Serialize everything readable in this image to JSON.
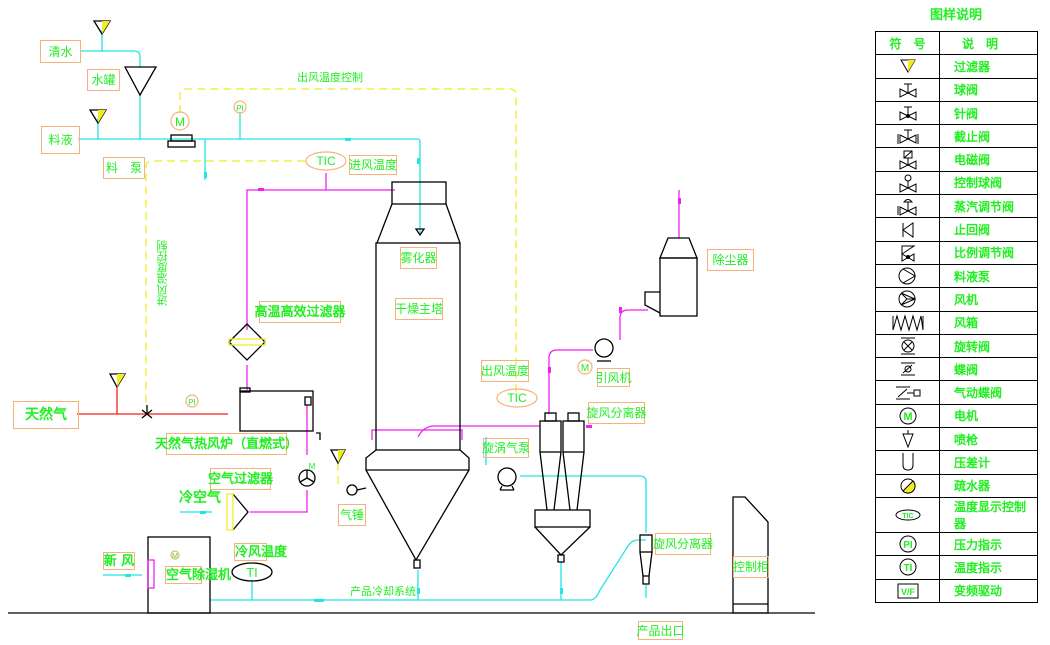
{
  "diagram": {
    "labels": {
      "clear_water": "清水",
      "water_tank": "水罐",
      "feed_liquid": "料液",
      "feed_pump": "料　泵",
      "outlet_temp_control": "出风温度控制",
      "inlet_temp_control": "进风温度控制",
      "inlet_temp": "进风温度",
      "atomizer": "雾化器",
      "main_tower": "干燥主塔",
      "hepa_filter": "高温高效过滤器",
      "natural_gas": "天然气",
      "gas_heater": "天然气热风炉（直燃式）",
      "air_filter": "空气过滤器",
      "cold_air": "冷空气",
      "air_hammer": "气锤",
      "fresh_air": "新 风",
      "dehumidifier": "空气除湿机",
      "cold_air_temp": "冷风温度",
      "product_cooling": "产品冷却系统",
      "outlet_temp": "出风温度",
      "vortex_pump": "旋涡气泵",
      "cyclone_1": "旋风分离器",
      "cyclone_2": "旋风分离器",
      "induced_fan": "引风机",
      "dust_collector": "除尘器",
      "control_cabinet": "控制柜",
      "product_outlet": "产品出口"
    },
    "instruments": {
      "tic_inlet": "TIC",
      "tic_outlet": "TIC",
      "pi_feed": "PI",
      "pi_gas": "PI",
      "ti_cold": "TI",
      "motor_pump": "M",
      "motor_fan": "M",
      "motor_dehum": "M",
      "motor_blower": "M"
    }
  },
  "legend": {
    "title": "图样说明",
    "header_symbol": "符　号",
    "header_desc": "说　明",
    "items": [
      {
        "icon": "filter-icon",
        "desc": "过滤器"
      },
      {
        "icon": "ball-valve-icon",
        "desc": "球阀"
      },
      {
        "icon": "needle-valve-icon",
        "desc": "针阀"
      },
      {
        "icon": "globe-valve-icon",
        "desc": "截止阀"
      },
      {
        "icon": "solenoid-valve-icon",
        "desc": "电磁阀"
      },
      {
        "icon": "control-ball-valve-icon",
        "desc": "控制球阀"
      },
      {
        "icon": "steam-regulating-valve-icon",
        "desc": "蒸汽调节阀"
      },
      {
        "icon": "check-valve-icon",
        "desc": "止回阀"
      },
      {
        "icon": "proportional-valve-icon",
        "desc": "比例调节阀"
      },
      {
        "icon": "liquid-pump-icon",
        "desc": "料液泵"
      },
      {
        "icon": "fan-icon",
        "desc": "风机"
      },
      {
        "icon": "air-bellows-icon",
        "desc": "风箱"
      },
      {
        "icon": "rotary-valve-icon",
        "desc": "旋转阀"
      },
      {
        "icon": "butterfly-valve-icon",
        "desc": "蝶阀"
      },
      {
        "icon": "pneumatic-butterfly-valve-icon",
        "desc": "气动蝶阀"
      },
      {
        "icon": "motor-icon",
        "desc": "电机"
      },
      {
        "icon": "spray-gun-icon",
        "desc": "喷枪"
      },
      {
        "icon": "differential-pressure-gauge-icon",
        "desc": "压差计"
      },
      {
        "icon": "steam-trap-icon",
        "desc": "疏水器"
      },
      {
        "icon": "temp-controller-icon",
        "desc": "温度显示控制器"
      },
      {
        "icon": "pressure-indicator-icon",
        "desc": "压力指示"
      },
      {
        "icon": "temp-indicator-icon",
        "desc": "温度指示"
      },
      {
        "icon": "vfd-icon",
        "desc": "变频驱动"
      }
    ],
    "symbol_text": {
      "motor": "M",
      "tic": "TIC",
      "pi": "PI",
      "ti": "TI",
      "vf": "V/F"
    }
  },
  "colors": {
    "water_line": "#22e5e5",
    "air_line": "#ee22ee",
    "gas_line": "#ee2222",
    "control_line": "#eeee22",
    "label_border": "#f5b27a",
    "label_text": "#22ee22"
  }
}
